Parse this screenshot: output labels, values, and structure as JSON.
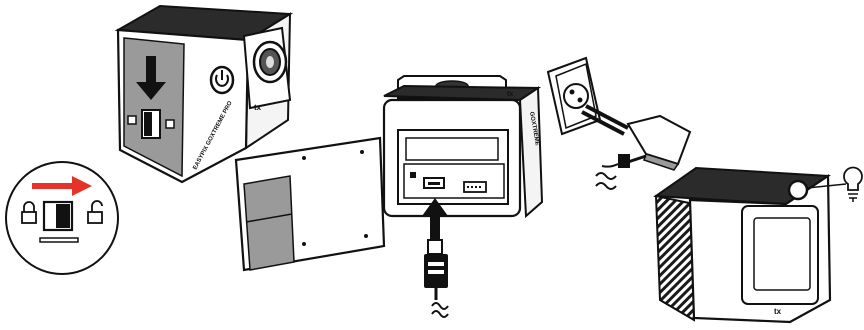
{
  "camera_back": {
    "brand_mark": "tx",
    "side_text": "EASYPIX GOXTREME PRO"
  },
  "camera_open": {
    "brand_mark": "tx",
    "side_text": "GOXTREME"
  },
  "camera_led": {
    "brand_mark": "tx"
  },
  "colors": {
    "arrow_red": "#e5332a",
    "line": "#111111",
    "body_light": "#f4f4f4",
    "panel_grey": "#9a9a9a",
    "panel_dark": "#2b2b2b"
  },
  "icons": [
    "lock-closed-icon",
    "lock-open-icon",
    "lightbulb-icon",
    "usb-cable-icon",
    "charger-plug-icon",
    "wall-socket-icon",
    "down-arrow-icon",
    "power-button-icon"
  ]
}
